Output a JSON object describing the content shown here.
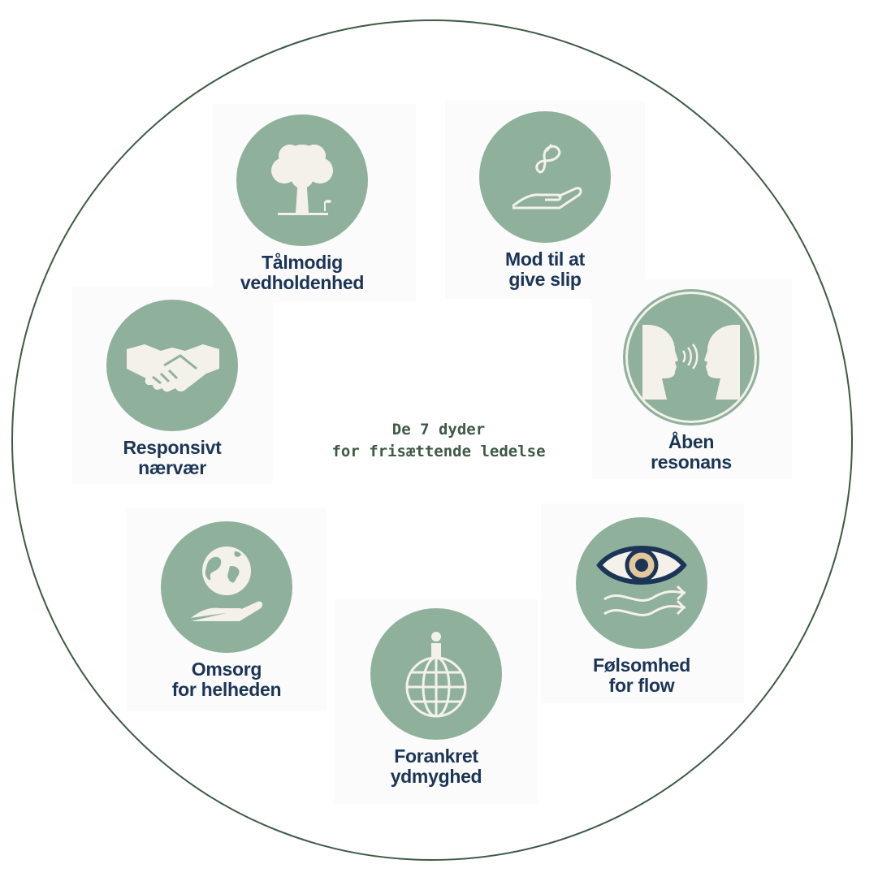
{
  "title": {
    "line1": "De 7 dyder",
    "line2": "for frisættende ledelse"
  },
  "colors": {
    "disc": "#8fb19c",
    "label": "#1c3557",
    "center_text": "#3d5a45",
    "icon": "#f4f1ea",
    "accent": "#e3c89c"
  },
  "virtues": [
    {
      "line1": "Tålmodig",
      "line2": "vedholdenhed",
      "icon": "tree-icon"
    },
    {
      "line1": "Mod til at",
      "line2": "give slip",
      "icon": "butterfly-hand-icon"
    },
    {
      "line1": "Åben",
      "line2": "resonans",
      "icon": "faces-resonance-icon"
    },
    {
      "line1": "Responsivt",
      "line2": "nærvær",
      "icon": "handshake-icon"
    },
    {
      "line1": "Omsorg",
      "line2": "for helheden",
      "icon": "globe-hand-icon"
    },
    {
      "line1": "Forankret",
      "line2": "ydmyghed",
      "icon": "person-on-globe-icon"
    },
    {
      "line1": "Følsomhed",
      "line2": "for flow",
      "icon": "eye-flow-icon"
    }
  ]
}
